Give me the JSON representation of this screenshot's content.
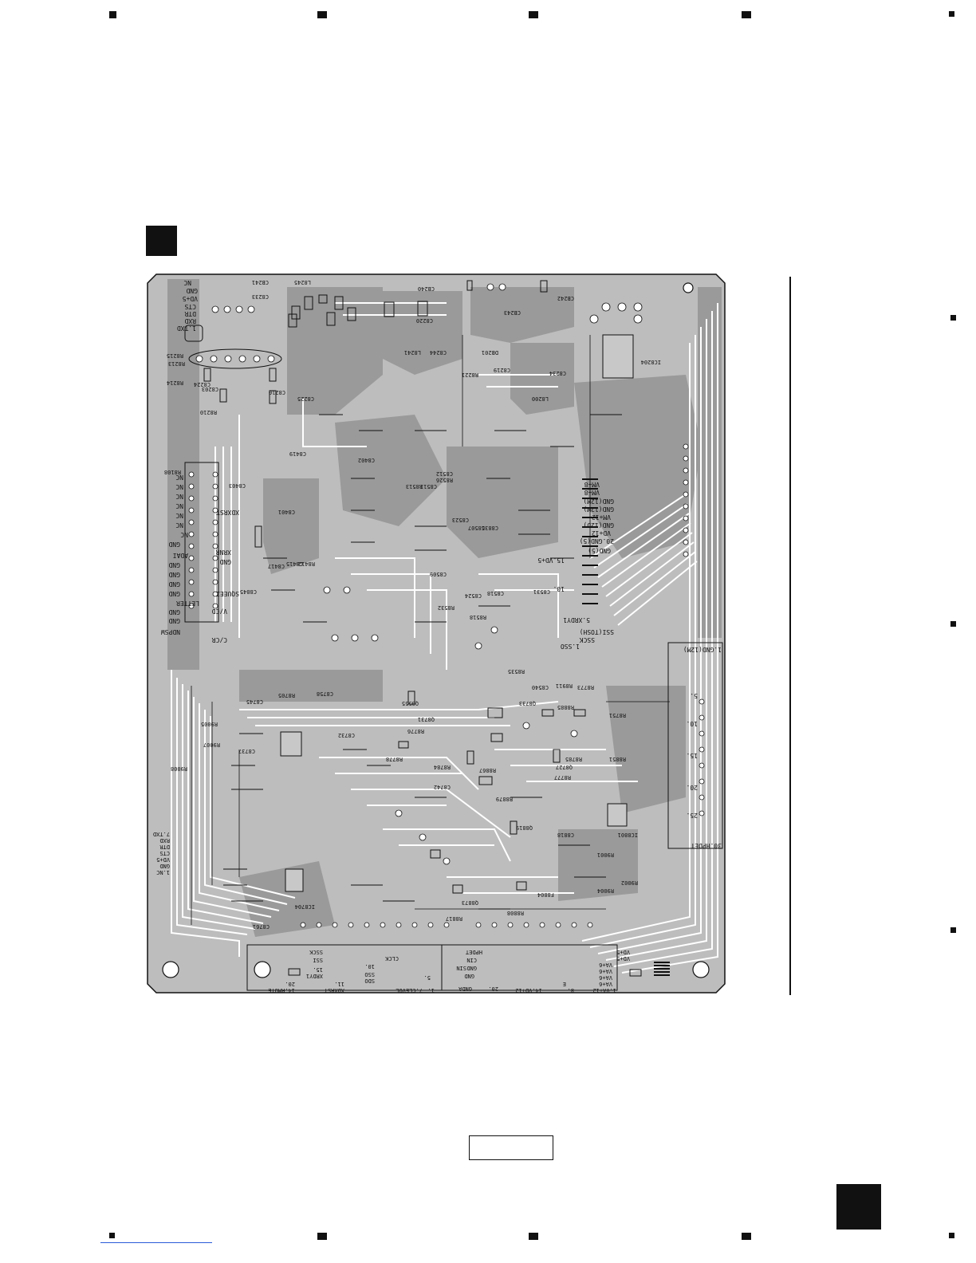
{
  "colors": {
    "board": "#bdbdbd",
    "copper": "#9a9a9a",
    "trace_light": "#ffffff",
    "ink": "#111111"
  },
  "labels": {
    "top_left": [
      "NC",
      "GND",
      "VD+5",
      "CTS",
      "DTR",
      "RXD",
      "1.TXD"
    ],
    "refs_top": [
      "CB240",
      "CB242",
      "CB243",
      "L8245",
      "L8241",
      "C8244",
      "C8220",
      "DB201",
      "C8219",
      "C8233",
      "CB241",
      "C8225",
      "C8210",
      "IC8204",
      "L8200",
      "C8234"
    ],
    "refs_mid_left": [
      "R8221",
      "R8213",
      "R8215",
      "R8214",
      "R8210",
      "C8203",
      "C8224",
      "R8108",
      "C8403",
      "C8401",
      "C8419",
      "C8402",
      "C8415",
      "C8417",
      "C8845",
      "R8412"
    ],
    "refs_mid": [
      "R8526",
      "R8513",
      "C8512",
      "C8511",
      "C8523",
      "C8507",
      "C8835",
      "C8509",
      "C8518",
      "C8524",
      "R8532",
      "R8518",
      "R8535",
      "C8540",
      "R8911",
      "C8531"
    ],
    "left_column": [
      "NC",
      "NC",
      "NC",
      "NC",
      "NC",
      "NC",
      "XDXRST",
      "NC",
      "GND",
      "ADAI",
      "GND",
      "GND",
      "GND",
      "GND",
      "XRNR",
      "GND",
      "SQUEEZ",
      "LETTER",
      "V/CD",
      "GND",
      "GND",
      "C/CR",
      "NDPSW"
    ],
    "right_column_top": [
      "VM+8",
      "VM+8",
      "GND(12M)",
      "GND(12M)",
      "VM+12",
      "GND(12D)",
      "VD+12",
      "20.GND(5)",
      "GND(5)",
      "15.VD+5",
      "10.",
      "5.XRDY1",
      "SSI(TOSH)",
      "SSCK",
      "1.SSO"
    ],
    "right_connector": [
      "1.GND(12M)",
      "5.",
      "10.",
      "15.",
      "20.",
      "25.",
      "30.HPDET"
    ],
    "refs_lower": [
      "Q8555",
      "R8705",
      "C8745",
      "C8737",
      "R9005",
      "R9007",
      "R9008",
      "C8758",
      "C8732",
      "R8778",
      "R8776",
      "Q8731",
      "Q8733",
      "R8773",
      "R8885",
      "R8751",
      "R8851",
      "R8785",
      "Q8727",
      "R8777",
      "R8867",
      "R8784",
      "C8742",
      "R8879",
      "Q8819",
      "IC8801",
      "C8818",
      "R9001",
      "R9002",
      "R9004",
      "C8761",
      "IC8704",
      "R8817",
      "Q8873",
      "F8804",
      "R8808"
    ],
    "bottom_left_block": [
      "XDXRST",
      "11.",
      "XRDY1",
      "15.",
      "14.RMUTE",
      "20.",
      "SSCK",
      "SSI",
      "SDO",
      "SSO",
      "10.",
      "CLCK",
      "7.CLEVOL",
      "5.",
      "1."
    ],
    "bottom_mid_block": [
      "HPDET",
      "CIN",
      "GND",
      "GND",
      "SIN",
      "GNDA",
      "20.",
      "14.VD+12"
    ],
    "bottom_right_block": [
      "VD+5",
      "VD+5",
      "VA+6",
      "VA+6",
      "VA+6",
      "VA+6",
      "1.VA+12",
      "8.",
      "E"
    ],
    "lower_left_ref": [
      "1.NC",
      "GND",
      "VD+5",
      "CTS",
      "DTR",
      "RXD",
      "7.TXD"
    ]
  }
}
